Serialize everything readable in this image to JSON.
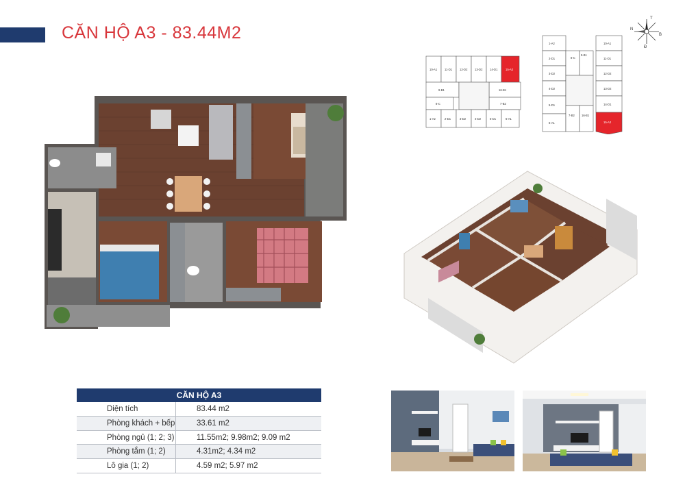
{
  "header": {
    "title": "CĂN HỘ A3 - 83.44M2"
  },
  "area_table": {
    "heading": "CĂN HỘ A3",
    "rows": [
      {
        "label": "Diện tích",
        "value": "83.44 m2"
      },
      {
        "label": "Phòng khách + bếp",
        "value": "33.61 m2"
      },
      {
        "label": "Phòng ngủ (1; 2; 3)",
        "value": "11.55m2; 9.98m2; 9.09 m2"
      },
      {
        "label": "Phòng tắm (1; 2)",
        "value": "4.31m2; 4.34 m2"
      },
      {
        "label": "Lô gia (1; 2)",
        "value": "4.59 m2; 5.97 m2"
      }
    ]
  },
  "compass": {
    "labels": [
      "T",
      "N",
      "B",
      "Đ"
    ]
  },
  "keyplan_left": {
    "top_units": [
      "10-A1",
      "11-D1",
      "12-D2",
      "13-D2",
      "14-D1",
      "15-A2"
    ],
    "mid_units": [
      "9-B1",
      "16-B1",
      "8-C",
      "7-B2"
    ],
    "bottom_units": [
      "1-A2",
      "2-D1",
      "3-D2",
      "4-D2",
      "5-D1",
      "6-A1"
    ],
    "highlight": "15-A2"
  },
  "keyplan_right": {
    "left_units": [
      "1-A2",
      "2-D1",
      "3-D2",
      "4-D2",
      "5-D1",
      "6-A1"
    ],
    "mid_units": [
      "9-B1",
      "8-C",
      "7-B2",
      "16-B1"
    ],
    "right_units": [
      "10-A1",
      "11-D1",
      "12-D2",
      "13-D2",
      "14-D1",
      "15-A2"
    ],
    "highlight": "15-A2"
  },
  "colors": {
    "accent_red": "#d8363b",
    "navy": "#1f3b6e",
    "floor_wood": "#6b4130",
    "wall": "#5a5552"
  }
}
